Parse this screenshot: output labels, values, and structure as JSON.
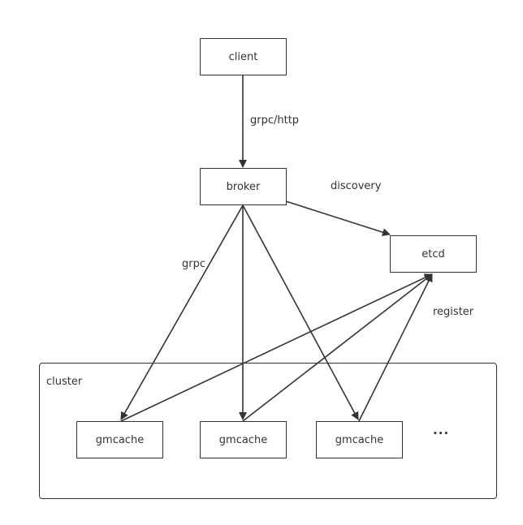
{
  "nodes": {
    "client": "client",
    "broker": "broker",
    "etcd": "etcd",
    "gmcache_1": "gmcache",
    "gmcache_2": "gmcache",
    "gmcache_3": "gmcache"
  },
  "cluster_label": "cluster",
  "edge_labels": {
    "client_broker": "grpc/http",
    "broker_etcd": "discovery",
    "broker_gmcache": "grpc",
    "gmcache_etcd": "register"
  },
  "ellipsis": "•••",
  "colors": {
    "stroke": "#333333",
    "background": "#ffffff"
  }
}
